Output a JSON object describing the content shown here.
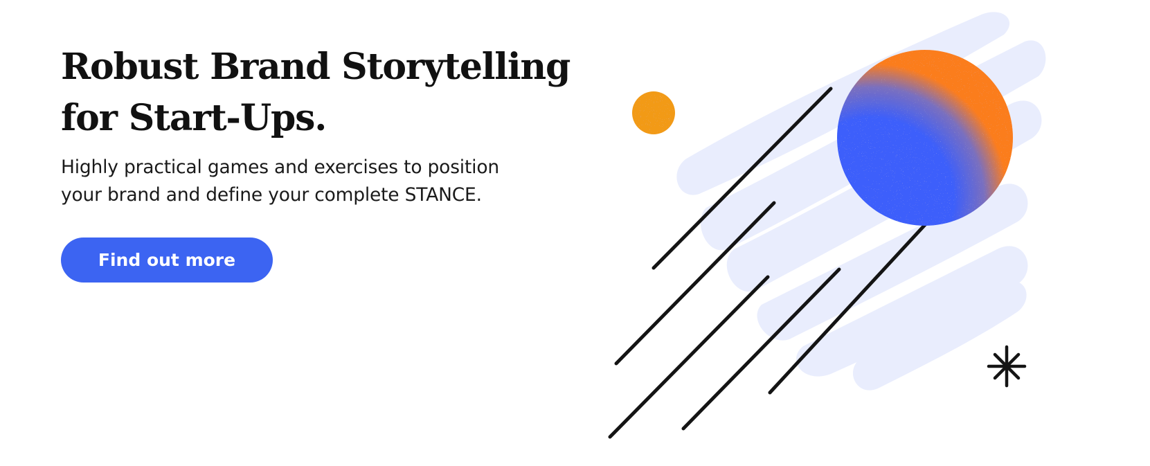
{
  "hero": {
    "headline_line1": "Robust Brand Storytelling",
    "headline_line2": "for Start-Ups.",
    "subtext_line1": "Highly practical games and exercises to position",
    "subtext_line2": "your brand and define your complete STANCE.",
    "cta_label": "Find out more"
  },
  "colors": {
    "accent": "#3c64f2",
    "planet_orange": "#fb7d1f",
    "planet_blue": "#3c5ffb",
    "small_planet": "#f29a18",
    "brush": "#e9edfd",
    "text": "#111111"
  },
  "icons": {
    "planet": "planet-icon",
    "small_planet": "small-planet-icon",
    "sparkle": "sparkle-icon",
    "speed_lines": "speed-lines-icon"
  }
}
